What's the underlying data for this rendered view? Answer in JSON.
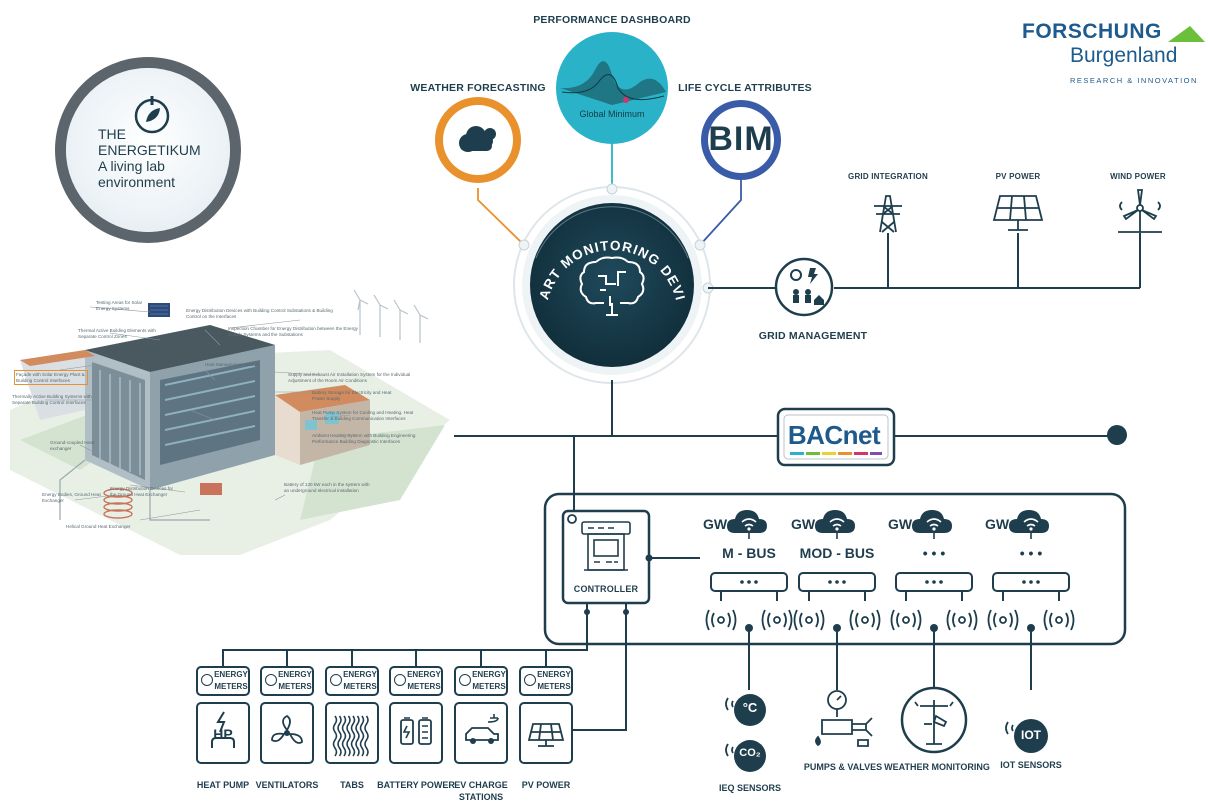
{
  "header": {
    "performance_dashboard": "PERFORMANCE DASHBOARD",
    "weather_forecasting": "WEATHER FORECASTING",
    "life_cycle": "LIFE CYCLE ATTRIBUTES",
    "global_minimum": "Global Minimum",
    "bim": "BIM"
  },
  "logo": {
    "line1": "FORSCHUNG",
    "line2": "Burgenland",
    "line3": "RESEARCH & INNOVATION"
  },
  "energetikum": {
    "line1": "THE",
    "line2": "ENERGETIKUM",
    "line3": "A living lab",
    "line4": "environment"
  },
  "hub": {
    "title": "SMART MONITORING DEVICE"
  },
  "grid": {
    "management": "GRID MANAGEMENT",
    "integration": "GRID INTEGRATION",
    "pv": "PV POWER",
    "wind": "WIND POWER"
  },
  "bacnet": "BACnet",
  "controller": "CONTROLLER",
  "gateways": [
    {
      "gw": "GW",
      "bus": "M - BUS"
    },
    {
      "gw": "GW",
      "bus": "MOD - BUS"
    },
    {
      "gw": "GW",
      "bus": "• • •"
    },
    {
      "gw": "GW",
      "bus": "• • •"
    }
  ],
  "energy_meter": {
    "line1": "ENERGY",
    "line2": "METERS"
  },
  "devices": [
    {
      "label": "HEAT PUMP",
      "icon": "heat-pump-icon"
    },
    {
      "label": "VENTILATORS",
      "icon": "fan-icon"
    },
    {
      "label": "TABS",
      "icon": "tabs-icon"
    },
    {
      "label": "BATTERY POWER",
      "icon": "battery-icon"
    },
    {
      "label": "EV CHARGE STATIONS",
      "icon": "ev-car-icon"
    },
    {
      "label": "PV POWER",
      "icon": "solar-panel-icon"
    }
  ],
  "hp_text": "HP",
  "sensors": {
    "ieq": "IEQ SENSORS",
    "pumps": "PUMPS & VALVES",
    "weather": "WEATHER MONITORING",
    "iot": "IOT SENSORS",
    "iot_badge": "IOT",
    "celsius": "°C",
    "co2": "CO₂"
  },
  "colors": {
    "navy": "#1f3e4d",
    "orange": "#e8912d",
    "teal": "#2ab3c8",
    "bim_blue": "#3a5ba8",
    "logo_blue": "#1e5a8c",
    "logo_green": "#6cbf3a"
  }
}
